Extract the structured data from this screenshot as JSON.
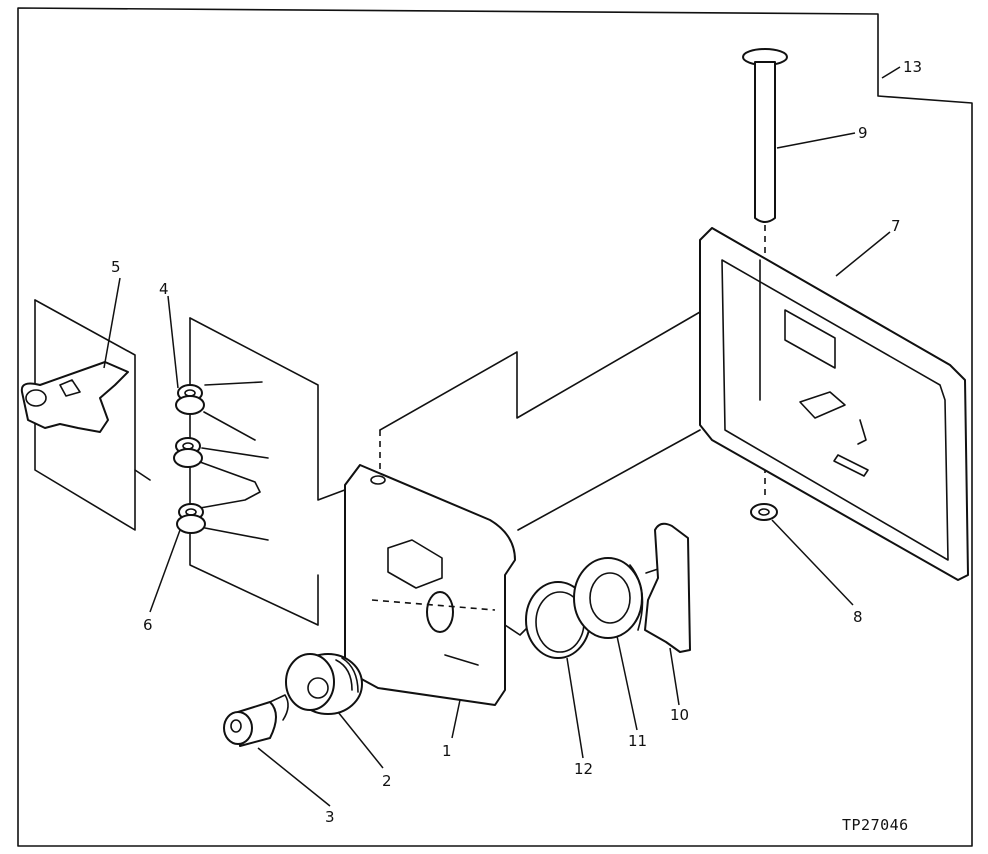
{
  "diagram": {
    "reference_code": "TP27046",
    "callouts": {
      "c1": "1",
      "c2": "2",
      "c3": "3",
      "c4": "4",
      "c5": "5",
      "c6": "6",
      "c7": "7",
      "c8": "8",
      "c9": "9",
      "c10": "10",
      "c11": "11",
      "c12": "12",
      "c13": "13"
    }
  }
}
